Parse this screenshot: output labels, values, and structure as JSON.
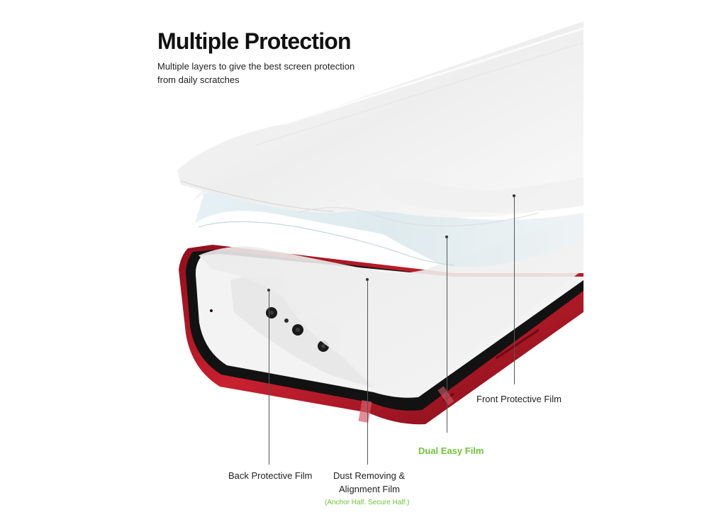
{
  "header": {
    "title": "Multiple Protection",
    "subtitle": "Multiple layers to give the best screen protection from daily scratches"
  },
  "labels": {
    "front": "Front Protective Film",
    "dual": "Dual Easy Film",
    "back": "Back Protective Film",
    "dust_line1": "Dust Removing &",
    "dust_line2": "Alignment Film",
    "dust_note": "(Anchor Half. Secure Half.)"
  },
  "colors": {
    "accent_green": "#72c23a",
    "phone_red": "#b01a28",
    "text_dark": "#111111"
  }
}
